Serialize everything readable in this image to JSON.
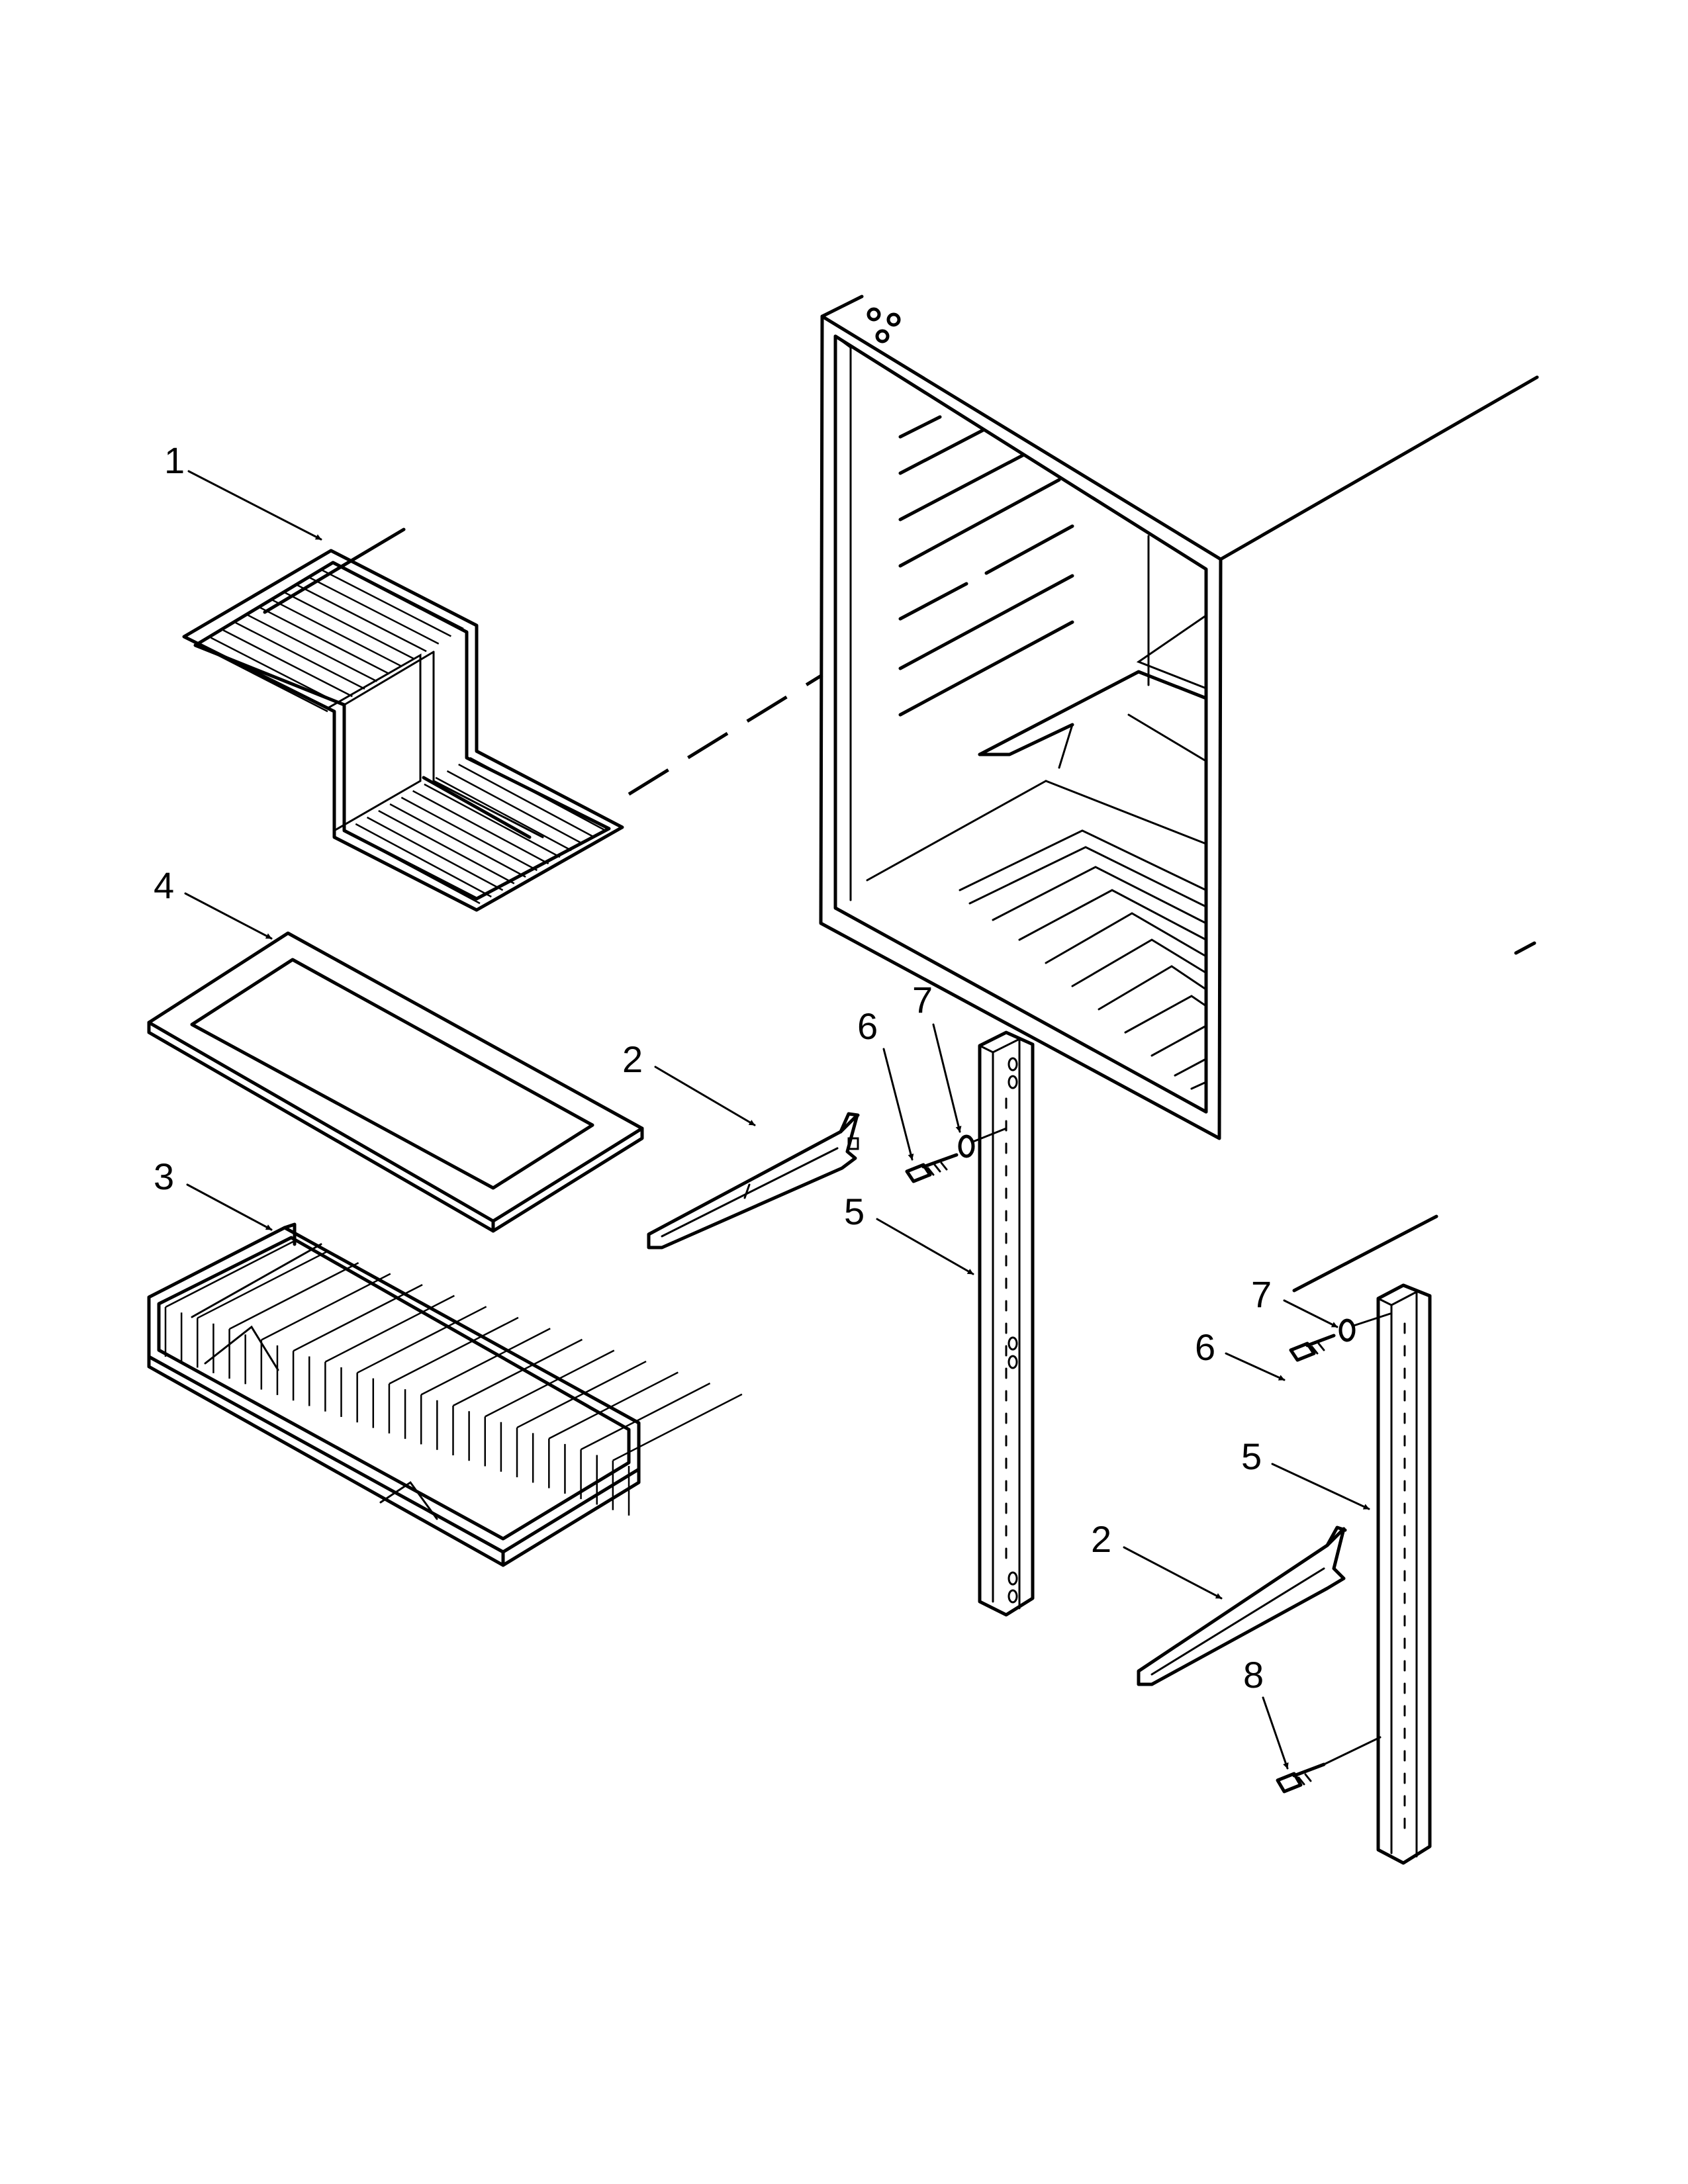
{
  "callouts": [
    {
      "id": "c1",
      "label": "1"
    },
    {
      "id": "c4",
      "label": "4"
    },
    {
      "id": "c3",
      "label": "3"
    },
    {
      "id": "c2a",
      "label": "2"
    },
    {
      "id": "c6a",
      "label": "6"
    },
    {
      "id": "c7a",
      "label": "7"
    },
    {
      "id": "c5a",
      "label": "5"
    },
    {
      "id": "c7b",
      "label": "7"
    },
    {
      "id": "c6b",
      "label": "6"
    },
    {
      "id": "c5b",
      "label": "5"
    },
    {
      "id": "c2b",
      "label": "2"
    },
    {
      "id": "c8",
      "label": "8"
    }
  ]
}
